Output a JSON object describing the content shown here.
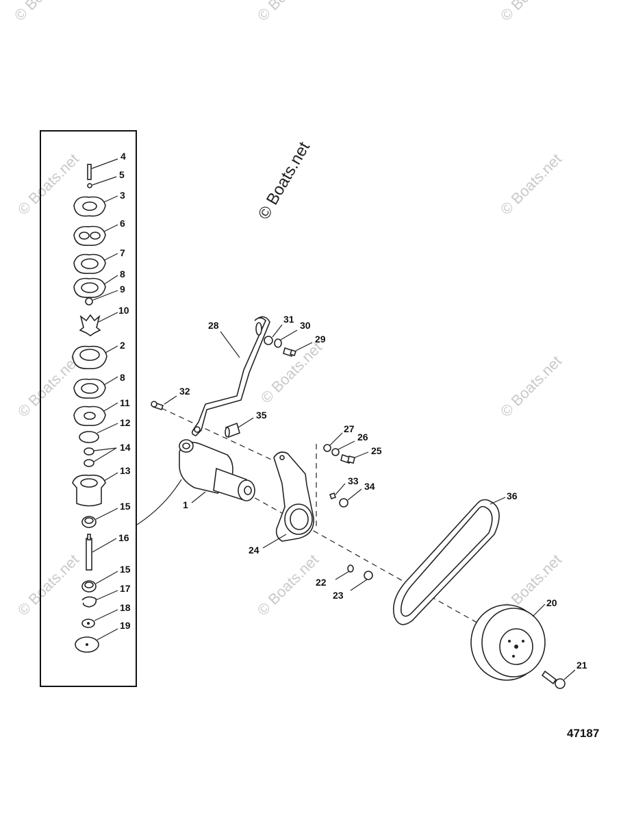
{
  "watermark": {
    "text": "© Boats.net"
  },
  "figure_number": "47187",
  "exploded_parts": [
    {
      "id": "part-4",
      "label": "4"
    },
    {
      "id": "part-5",
      "label": "5"
    },
    {
      "id": "part-3",
      "label": "3"
    },
    {
      "id": "part-6",
      "label": "6"
    },
    {
      "id": "part-7",
      "label": "7"
    },
    {
      "id": "part-8a",
      "label": "8"
    },
    {
      "id": "part-9",
      "label": "9"
    },
    {
      "id": "part-10",
      "label": "10"
    },
    {
      "id": "part-2",
      "label": "2"
    },
    {
      "id": "part-8b",
      "label": "8"
    },
    {
      "id": "part-11",
      "label": "11"
    },
    {
      "id": "part-12",
      "label": "12"
    },
    {
      "id": "part-14",
      "label": "14"
    },
    {
      "id": "part-13",
      "label": "13"
    },
    {
      "id": "part-15a",
      "label": "15"
    },
    {
      "id": "part-16",
      "label": "16"
    },
    {
      "id": "part-15b",
      "label": "15"
    },
    {
      "id": "part-17",
      "label": "17"
    },
    {
      "id": "part-18",
      "label": "18"
    },
    {
      "id": "part-19",
      "label": "19"
    }
  ],
  "assembly_parts": [
    {
      "id": "part-28",
      "label": "28"
    },
    {
      "id": "part-31",
      "label": "31"
    },
    {
      "id": "part-30",
      "label": "30"
    },
    {
      "id": "part-29",
      "label": "29"
    },
    {
      "id": "part-32",
      "label": "32"
    },
    {
      "id": "part-35",
      "label": "35"
    },
    {
      "id": "part-27",
      "label": "27"
    },
    {
      "id": "part-26",
      "label": "26"
    },
    {
      "id": "part-25",
      "label": "25"
    },
    {
      "id": "part-33",
      "label": "33"
    },
    {
      "id": "part-34",
      "label": "34"
    },
    {
      "id": "part-1",
      "label": "1"
    },
    {
      "id": "part-24",
      "label": "24"
    },
    {
      "id": "part-36",
      "label": "36"
    },
    {
      "id": "part-22",
      "label": "22"
    },
    {
      "id": "part-23",
      "label": "23"
    },
    {
      "id": "part-20",
      "label": "20"
    },
    {
      "id": "part-21",
      "label": "21"
    }
  ]
}
